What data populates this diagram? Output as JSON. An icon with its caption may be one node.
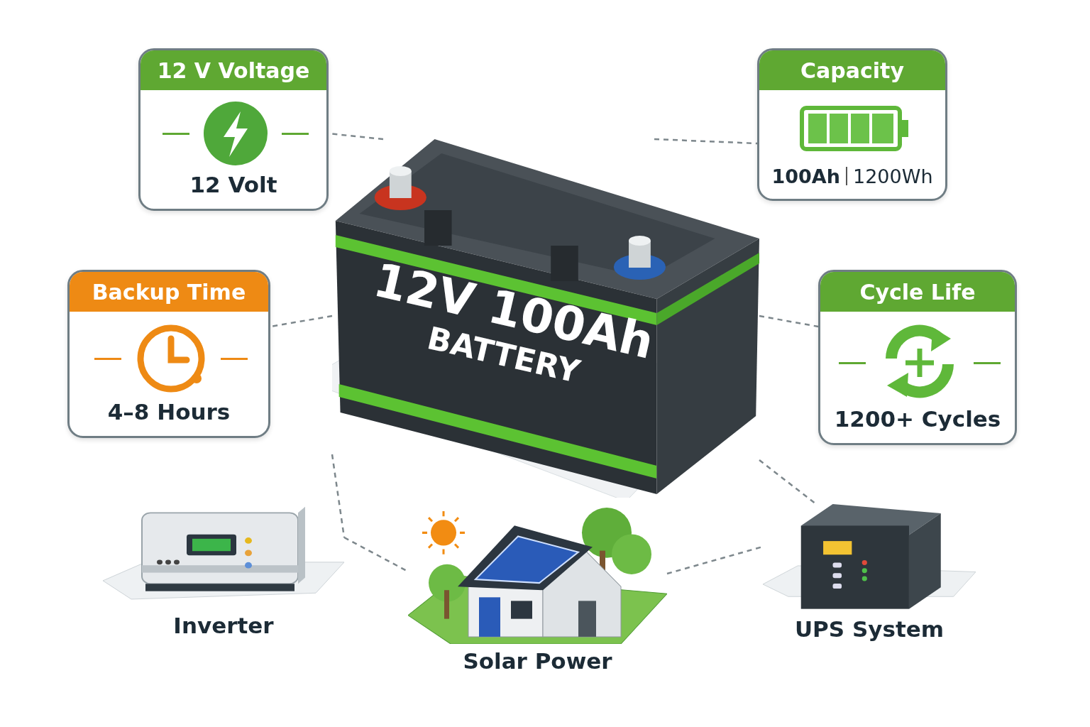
{
  "diagram": {
    "nodes": [
      {
        "text": [
          "12V 100Ah",
          "BATTERY"
        ]
      },
      {
        "text": [
          "12 V Voltage",
          "12 Volt"
        ]
      },
      {
        "text": [
          "Capacity",
          "100Ah",
          "1200Wh"
        ]
      },
      {
        "text": [
          "Backup Time",
          "4–8 Hours"
        ]
      },
      {
        "text": [
          "Cycle Life",
          "1200+ Cycles"
        ]
      },
      {
        "text": [
          "Inverter"
        ]
      },
      {
        "text": [
          "Solar Power"
        ]
      },
      {
        "text": [
          "UPS System"
        ]
      }
    ],
    "edges": [
      {
        "from": 0,
        "to": 1,
        "arrow": "none",
        "style": "dashed"
      },
      {
        "from": 0,
        "to": 2,
        "arrow": "none",
        "style": "dashed"
      },
      {
        "from": 0,
        "to": 3,
        "arrow": "none",
        "style": "dashed"
      },
      {
        "from": 0,
        "to": 4,
        "arrow": "none",
        "style": "dashed"
      },
      {
        "from": 0,
        "to": 5,
        "arrow": "none",
        "style": "dashed"
      },
      {
        "from": 0,
        "to": 7,
        "arrow": "none",
        "style": "dashed"
      },
      {
        "from": 5,
        "to": 6,
        "arrow": "none",
        "style": "dashed"
      },
      {
        "from": 6,
        "to": 7,
        "arrow": "none",
        "style": "dashed"
      }
    ]
  }
}
